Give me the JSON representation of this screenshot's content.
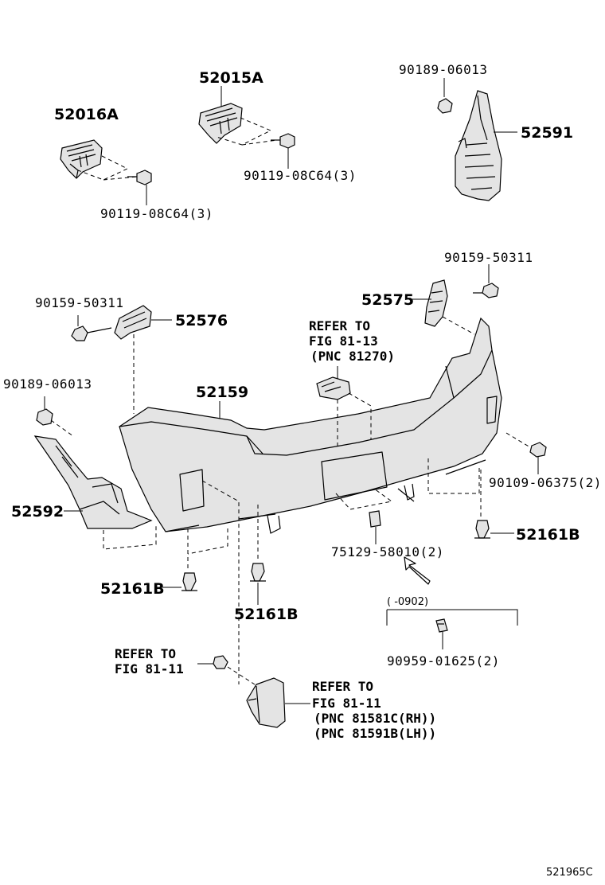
{
  "labels": {
    "p52016A": "52016A",
    "p52015A": "52015A",
    "p90119_a": "90119-08C64(3)",
    "p90119_b": "90119-08C64(3)",
    "p90189_top": "90189-06013",
    "p52591": "52591",
    "p90159_right": "90159-50311",
    "p52575": "52575",
    "p90159_left": "90159-50311",
    "p52576": "52576",
    "refer_8113_l1": "REFER TO",
    "refer_8113_l2": "FIG 81-13",
    "refer_8113_l3": "(PNC 81270)",
    "p90189_left": "90189-06013",
    "p52159": "52159",
    "p52592": "52592",
    "p90109": "90109-06375(2)",
    "p52161B_right": "52161B",
    "p75129": "75129-58010(2)",
    "p52161B_left": "52161B",
    "p52161B_center": "52161B",
    "date_range": "(    -0902)",
    "p90959": "90959-01625(2)",
    "refer_8111a_l1": "REFER TO",
    "refer_8111a_l2": "FIG 81-11",
    "refer_8111b_l1": "REFER TO",
    "refer_8111b_l2": "FIG 81-11",
    "refer_8111b_l3": "(PNC 81581C(RH))",
    "refer_8111b_l4": "(PNC 81591B(LH))",
    "figure_id": "521965C"
  }
}
